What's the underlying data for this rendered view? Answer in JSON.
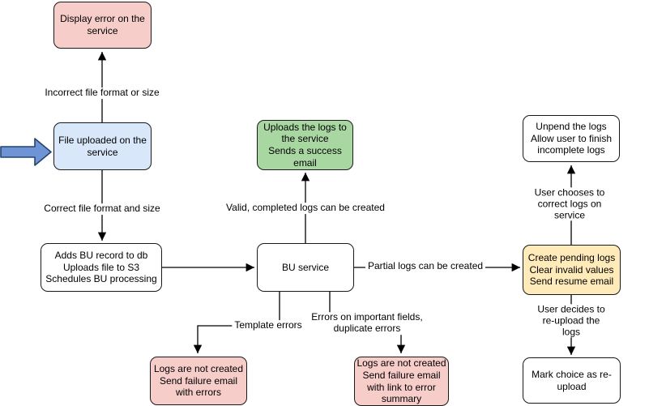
{
  "diagram": {
    "type": "flowchart",
    "background": "#ffffff",
    "nodes": {
      "display_error": {
        "label": "Display error on the\nservice",
        "fill": "#f7cdca"
      },
      "file_uploaded": {
        "label": "File uploaded on the\nservice",
        "fill": "#d9e7fa"
      },
      "adds_bu": {
        "label": "Adds BU record to db\nUploads file to S3\nSchedules BU processing",
        "fill": "#ffffff"
      },
      "bu_service": {
        "label": "BU service",
        "fill": "#ffffff"
      },
      "uploads_logs": {
        "label": "Uploads the logs to\nthe service\nSends a success\nemail",
        "fill": "#a9d7a2"
      },
      "unpend_logs": {
        "label": "Unpend the logs\nAllow user to finish\nincomplete logs",
        "fill": "#ffffff"
      },
      "create_pending": {
        "label": "Create pending logs\nClear invalid values\nSend resume email",
        "fill": "#ffeab9"
      },
      "mark_choice": {
        "label": "Mark choice as re-\nupload",
        "fill": "#ffffff"
      },
      "logs_not_created_errors": {
        "label": "Logs are not created\nSend failure email\nwith errors",
        "fill": "#f7cdca"
      },
      "logs_not_created_summary": {
        "label": "Logs are not created\nSend failure email\nwith link to error\nsummary",
        "fill": "#f7cdca"
      }
    },
    "edge_labels": {
      "incorrect_format": "Incorrect file format or size",
      "correct_format": "Correct file format and size",
      "valid_completed": "Valid, completed logs can be created",
      "partial_logs": "Partial logs can be created",
      "user_chooses": "User chooses to correct logs on service",
      "user_decides": "User decides to re-upload the logs",
      "template_errors": "Template errors",
      "important_fields": "Errors on important fields,\nduplicate errors"
    },
    "icons": {
      "input_arrow": "block-arrow-right"
    },
    "colors": {
      "node_border": "#1a1a1a",
      "connector": "#000000",
      "pink_fill": "#f7cdca",
      "blue_fill": "#d9e7fa",
      "green_fill": "#a9d7a2",
      "yellow_fill": "#ffeab9",
      "white_fill": "#ffffff",
      "input_arrow_fill": "#6f94d6",
      "input_arrow_stroke": "#27426e"
    }
  }
}
